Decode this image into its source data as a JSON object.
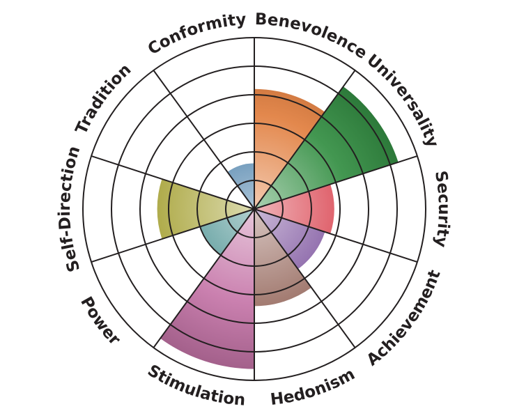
{
  "chart_data": {
    "type": "polar-area",
    "title": "",
    "grid": true,
    "rmax": 6,
    "ring_count": 6,
    "categories": [
      "Benevolence",
      "Universality",
      "Security",
      "Achievement",
      "Hedonism",
      "Stimulation",
      "Power",
      "Self-Direction",
      "Tradition",
      "Conformity"
    ],
    "values": [
      4.2,
      5.3,
      2.8,
      2.6,
      3.4,
      5.6,
      0,
      3.4,
      0,
      1.6
    ],
    "colors": [
      "#e07b39",
      "#2e8b3e",
      "#d9434f",
      "#7a4f9c",
      "#9a6e63",
      "#c472a6",
      "#999999",
      "#a8a43a",
      "#999999",
      "#2e6b9c"
    ],
    "secondary_values": [
      0,
      0,
      0,
      0,
      0,
      0,
      0,
      0,
      0,
      0
    ],
    "extra_segments": [
      {
        "category": "Self-Direction",
        "span": "half-next",
        "value": 2.0,
        "color": "#3f8a8a"
      }
    ]
  }
}
